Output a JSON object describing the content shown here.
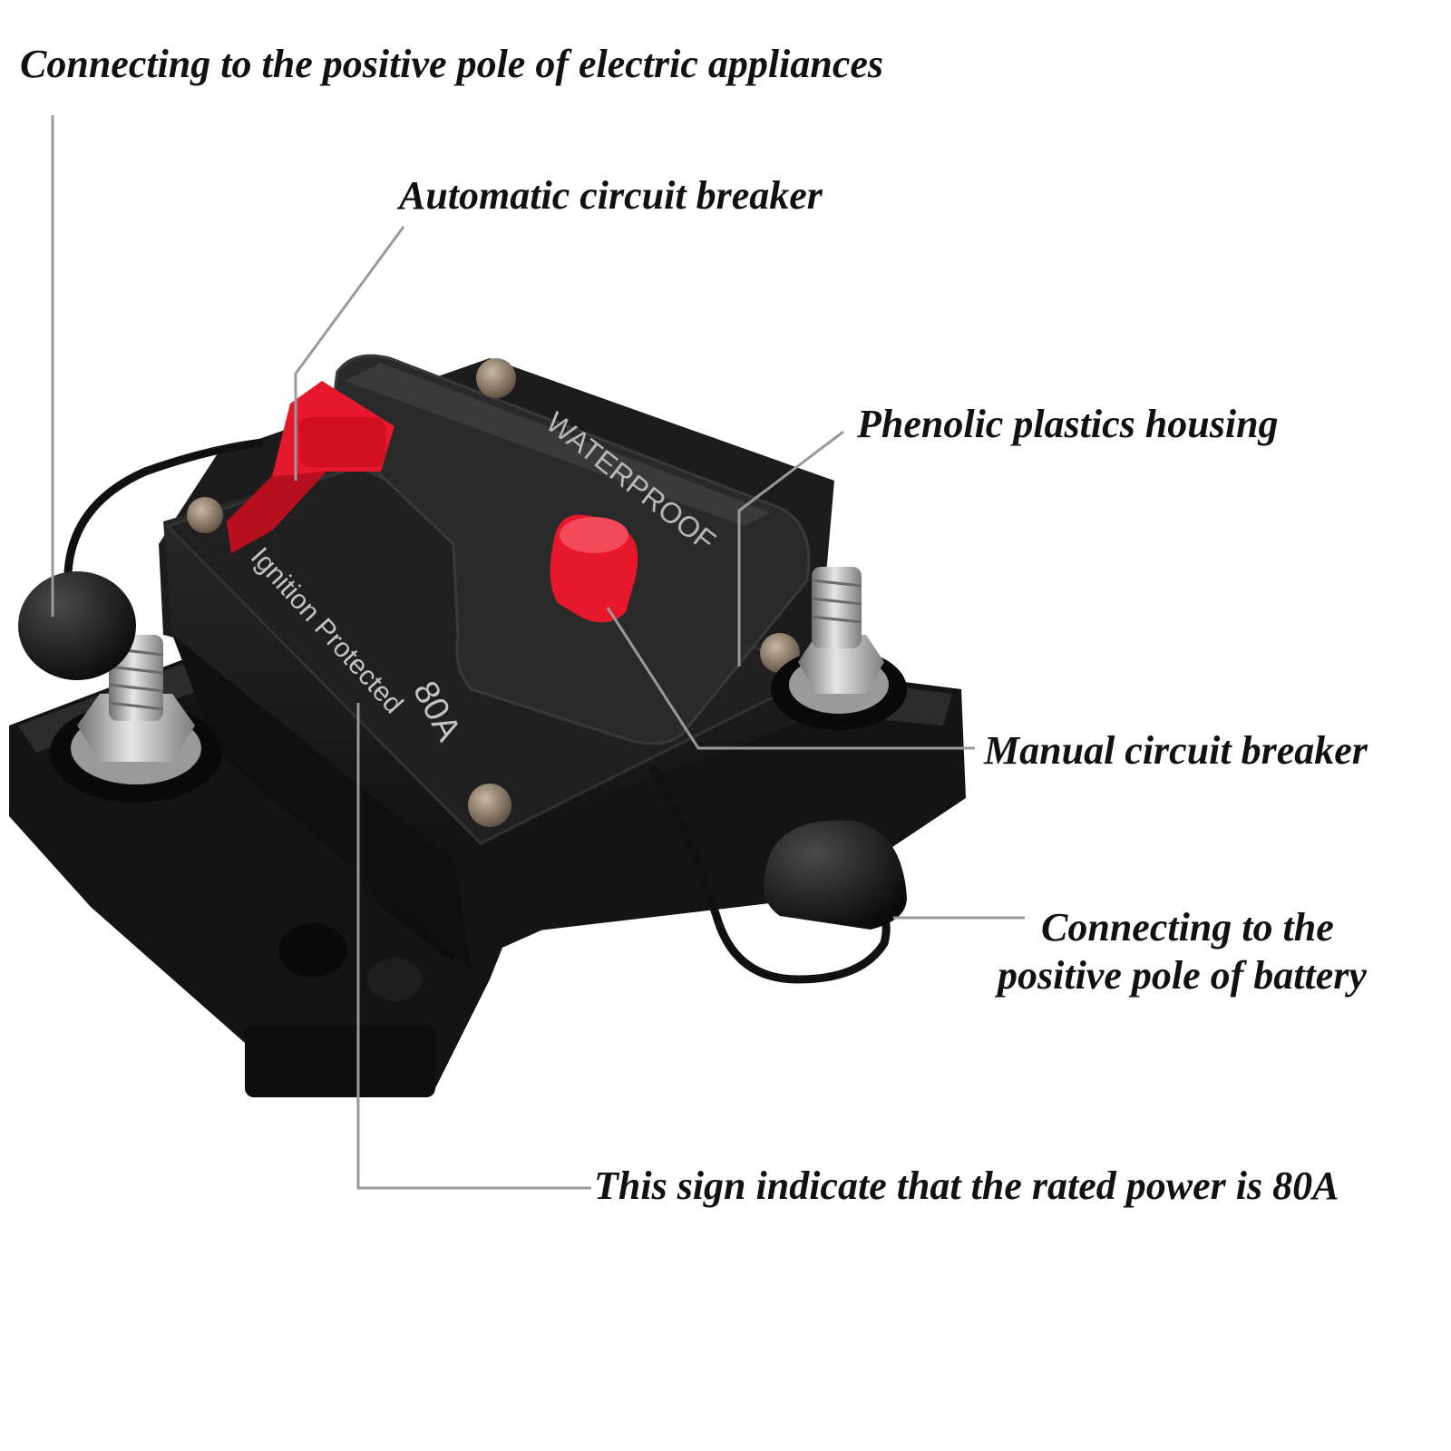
{
  "callouts": {
    "appliances": "Connecting to the positive pole of electric appliances",
    "automatic": "Automatic circuit breaker",
    "housing": "Phenolic plastics housing",
    "manual": "Manual circuit breaker",
    "battery_line1": "Connecting to the",
    "battery_line2": "positive pole of battery",
    "rated": "This sign indicate that the rated power is 80A"
  },
  "device_text": {
    "waterproof": "WATERPROOF",
    "rating": "80A",
    "ignition": "Ignition Protected"
  },
  "colors": {
    "body": "#161616",
    "cover": "#222222",
    "lever": "#e8182c",
    "button": "#e8182c",
    "studs": "#b9b9b9",
    "screws": "#8a7a66",
    "leader": "#9a9a9a",
    "text": "#111111"
  }
}
